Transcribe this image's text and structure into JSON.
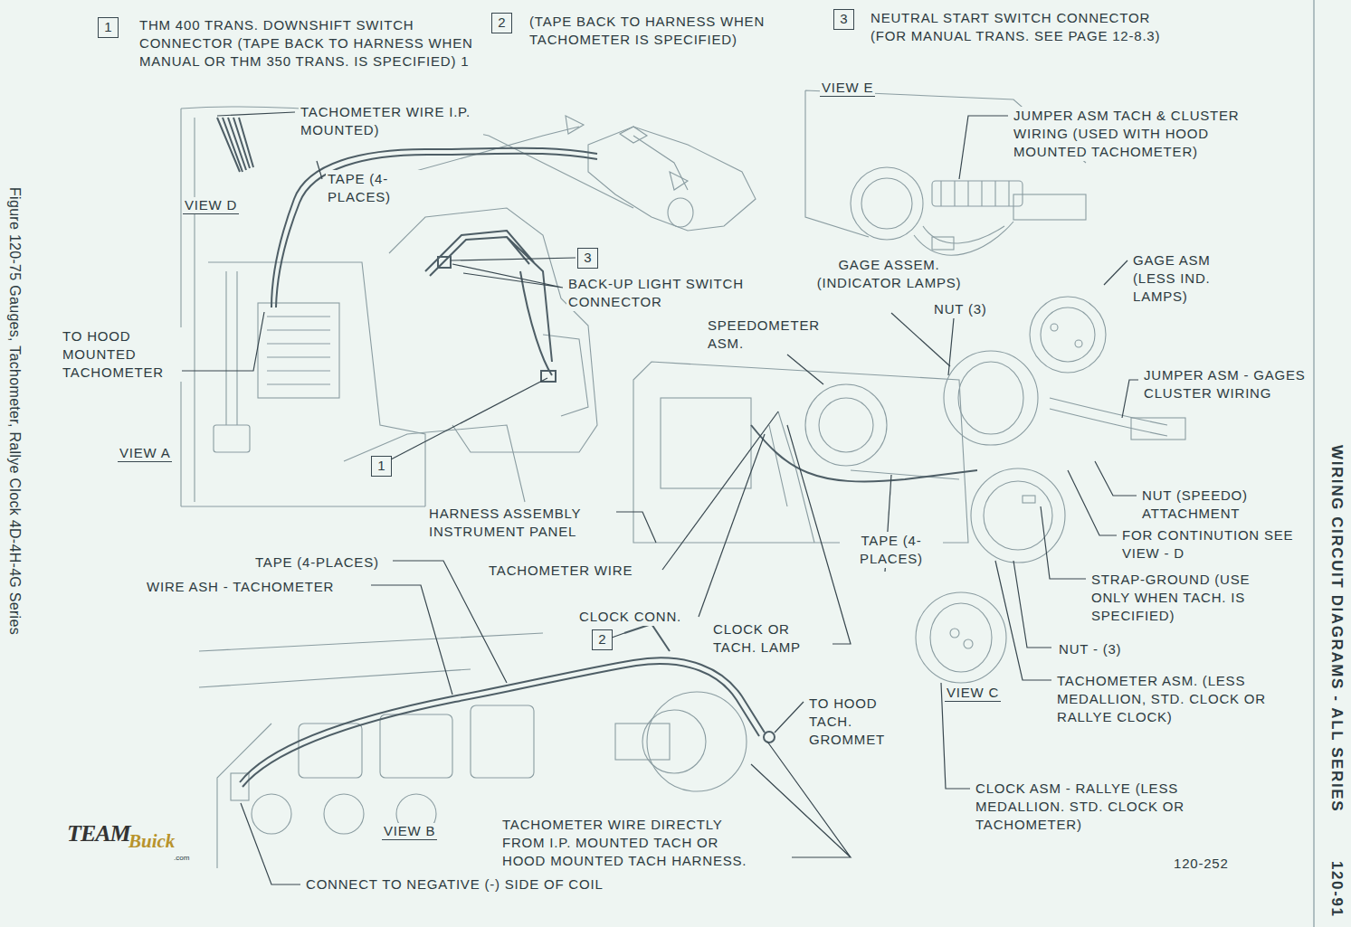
{
  "diagram": {
    "caption": "Figure 120-75 Gauges, Tachometer, Rallye Clock 4D-4H-4G Series",
    "nodes": [
      {
        "text": [
          "1"
        ]
      },
      {
        "text": [
          "2"
        ]
      },
      {
        "text": [
          "3"
        ]
      },
      {
        "text": [
          "3"
        ]
      },
      {
        "text": [
          "1"
        ]
      },
      {
        "text": [
          "2"
        ]
      }
    ],
    "labels": [
      "THM 400 TRANS. DOWNSHIFT SWITCH CONNECTOR (TAPE BACK TO HARNESS WHEN MANUAL OR THM 350 TRANS. IS SPECIFIED) 1",
      "(TAPE BACK TO HARNESS WHEN TACHOMETER IS SPECIFIED)",
      "NEUTRAL START SWITCH CONNECTOR (FOR MANUAL TRANS. SEE PAGE 12-8.3)",
      "TACHOMETER WIRE I.P. MOUNTED)",
      "TAPE (4-PLACES)",
      "VIEW D",
      "TO HOOD MOUNTED TACHOMETER",
      "VIEW A",
      "BACK-UP LIGHT SWITCH CONNECTOR",
      "VIEW E",
      "JUMPER ASM TACH & CLUSTER WIRING (USED WITH HOOD MOUNTED TACHOMETER)",
      "GAGE ASSEM. (INDICATOR LAMPS)",
      "NUT (3)",
      "SPEEDOMETER ASM.",
      "GAGE ASM (LESS IND. LAMPS)",
      "JUMPER ASM - GAGES CLUSTER WIRING",
      "NUT (SPEEDO) ATTACHMENT",
      "HARNESS ASSEMBLY INSTRUMENT PANEL",
      "TAPE (4-PLACES)",
      "FOR CONTINUTION SEE VIEW - D",
      "TAPE (4-PLACES)",
      "WIRE ASH - TACHOMETER",
      "TACHOMETER WIRE",
      "STRAP-GROUND (USE ONLY WHEN TACH. IS SPECIFIED)",
      "CLOCK CONN.",
      "CLOCK OR TACH. LAMP",
      "NUT - (3)",
      "TO HOOD TACH. GROMMET",
      "VIEW C",
      "TACHOMETER ASM. (LESS MEDALLION, STD. CLOCK OR RALLYE CLOCK)",
      "CLOCK ASM - RALLYE (LESS MEDALLION. STD. CLOCK OR TACHOMETER)",
      "VIEW B",
      "TACHOMETER WIRE DIRECTLY FROM I.P. MOUNTED TACH OR HOOD MOUNTED TACH HARNESS.",
      "CONNECT TO NEGATIVE (-) SIDE OF COIL",
      "120-252",
      "WIRING CIRCUIT DIAGRAMS - ALL SERIES",
      "120-91",
      "TEAM",
      "Buick",
      ".com"
    ]
  }
}
